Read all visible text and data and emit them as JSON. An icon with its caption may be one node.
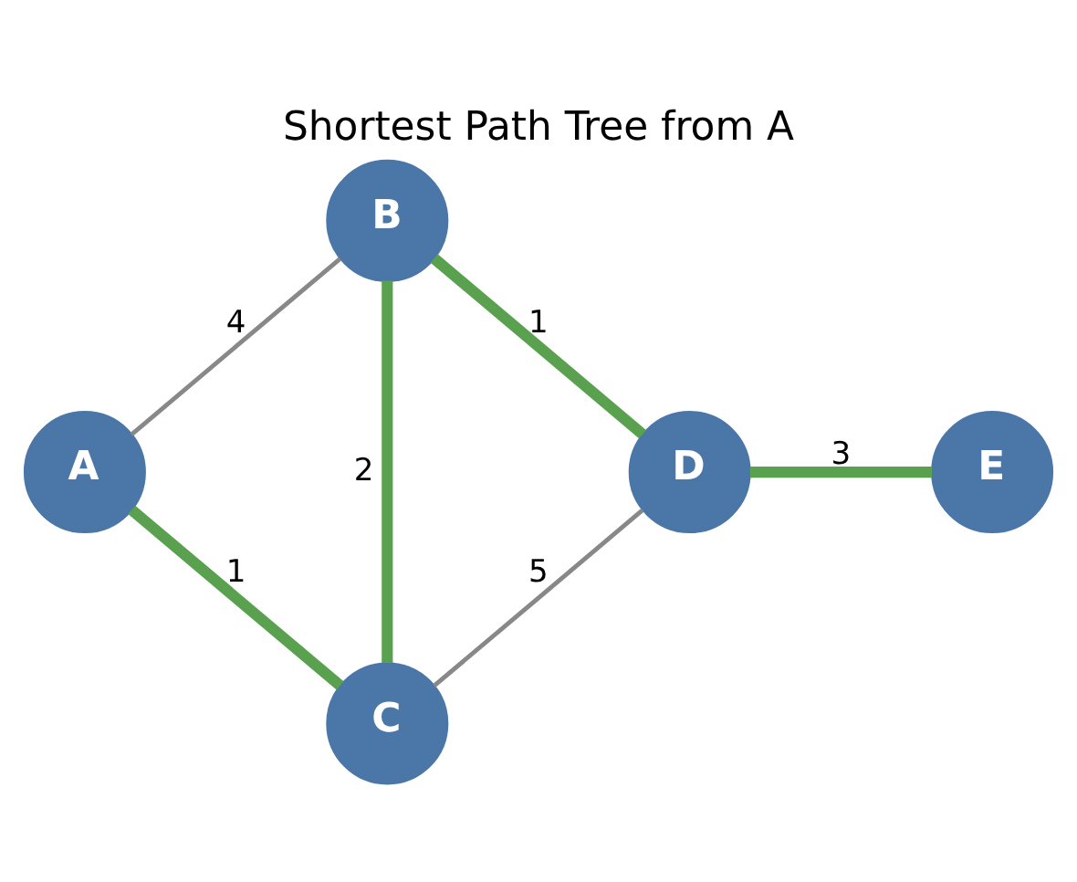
{
  "diagram": {
    "title": "Shortest Path Tree from A",
    "nodes": [
      {
        "text": [
          "A"
        ]
      },
      {
        "text": [
          "B"
        ]
      },
      {
        "text": [
          "C"
        ]
      },
      {
        "text": [
          "D"
        ]
      },
      {
        "text": [
          "E"
        ]
      }
    ],
    "edges": [
      {
        "from": 0,
        "to": 1,
        "arrow": "none",
        "label": "4",
        "color": "#888888"
      },
      {
        "from": 0,
        "to": 2,
        "arrow": "none",
        "label": "1"
      },
      {
        "from": 1,
        "to": 2,
        "arrow": "none",
        "label": "2"
      },
      {
        "from": 1,
        "to": 3,
        "arrow": "none",
        "label": "1"
      },
      {
        "from": 2,
        "to": 3,
        "arrow": "none",
        "label": "5",
        "color": "#888888"
      },
      {
        "from": 3,
        "to": 4,
        "arrow": "none",
        "label": "3"
      }
    ]
  }
}
